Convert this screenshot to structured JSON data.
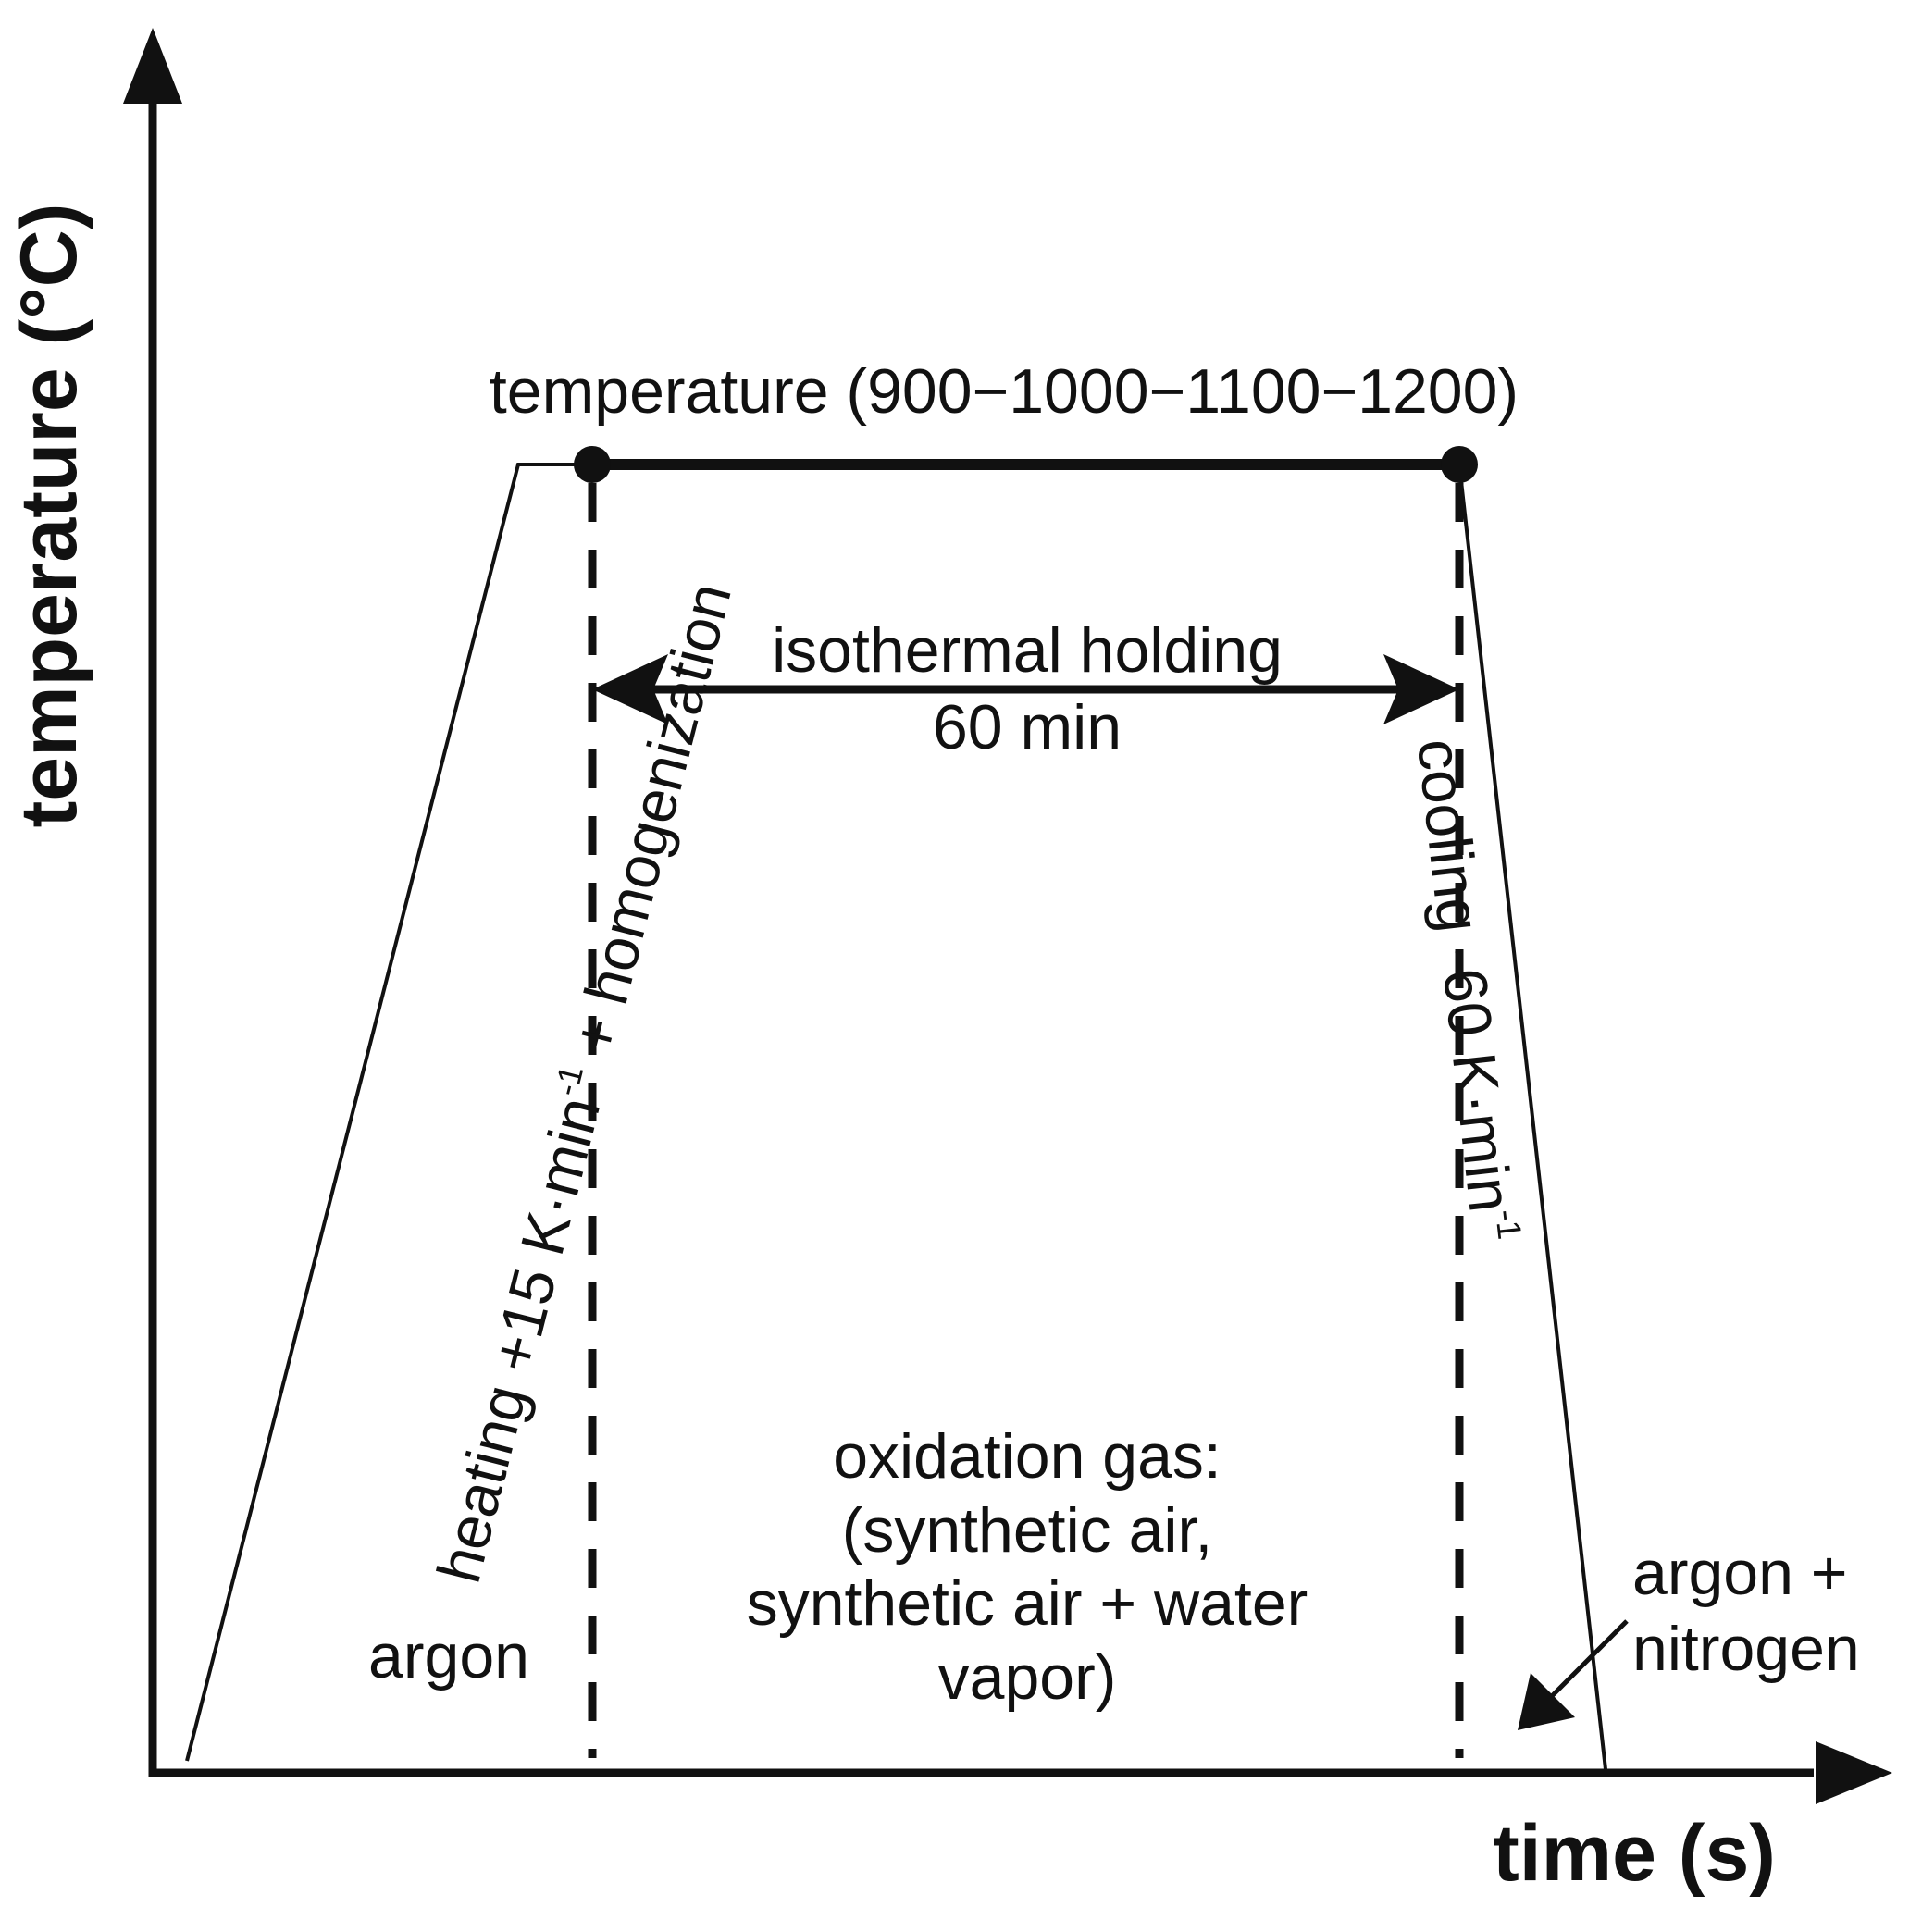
{
  "axes": {
    "y_title": "temperature (°C)",
    "x_title": "time (s)"
  },
  "labels": {
    "temperature_range": "temperature (900−1000−1100−1200)",
    "isothermal_line1": "isothermal holding",
    "isothermal_line2": "60 min",
    "heating_main": "heating +15 K·min",
    "heating_exp": "-1",
    "heating_suffix": " + homogenization",
    "cooling_main": "cooling -60 K·min",
    "cooling_exp": "-1",
    "argon": "argon",
    "oxidation_line1": "oxidation gas:",
    "oxidation_line2": "(synthetic air,",
    "oxidation_line3": "synthetic air + water",
    "oxidation_line4": "vapor)",
    "argon_nitrogen_line1": "argon +",
    "argon_nitrogen_line2": "nitrogen"
  }
}
